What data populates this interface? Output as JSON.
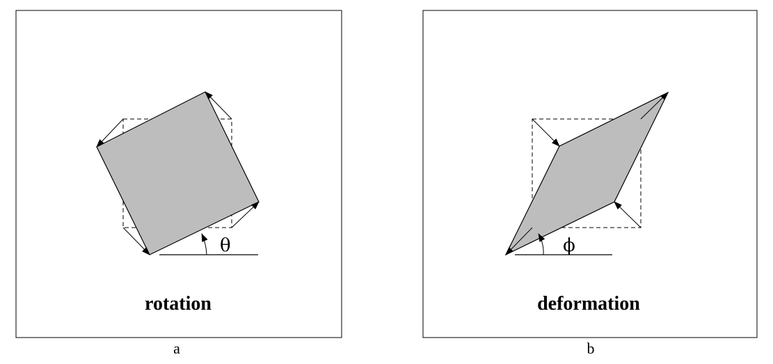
{
  "panels": [
    {
      "id": "a",
      "title": "rotation",
      "angle_symbol": "θ",
      "caption": "a"
    },
    {
      "id": "b",
      "title": "deformation",
      "angle_symbol": "ϕ",
      "caption": "b"
    }
  ],
  "colors": {
    "shape_fill": "#bdbdbd",
    "stroke": "#000000",
    "background": "#ffffff"
  }
}
